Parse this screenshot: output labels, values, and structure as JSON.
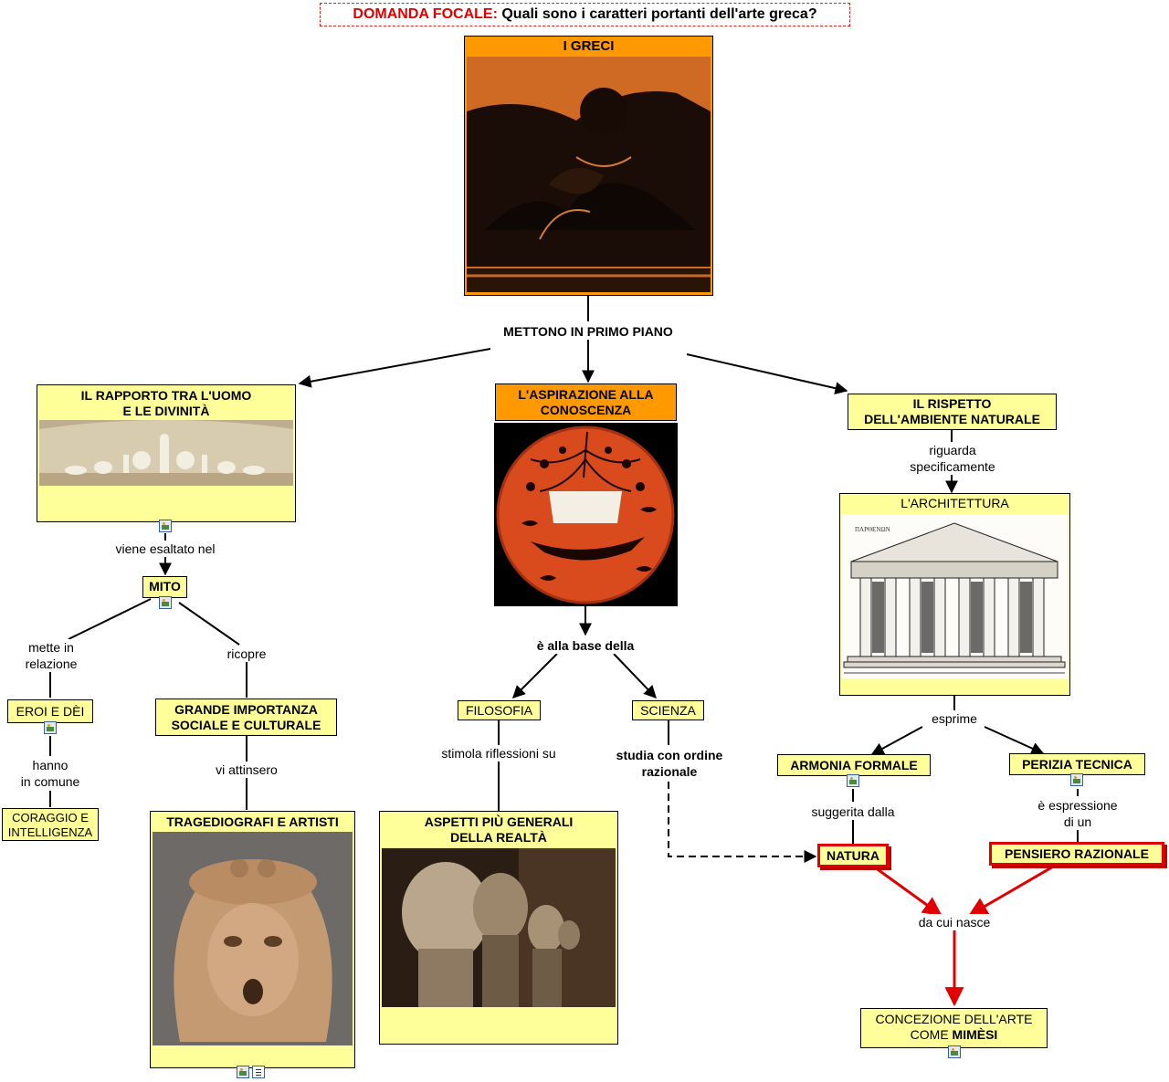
{
  "focal": {
    "label": "DOMANDA FOCALE:",
    "question": "Quali sono i caratteri portanti dell'arte greca?"
  },
  "nodes": {
    "greci": "I GRECI",
    "rapporto_l1": "IL RAPPORTO TRA L'UOMO",
    "rapporto_l2": "E LE DIVINITÀ",
    "aspirazione_l1": "L'ASPIRAZIONE ALLA",
    "aspirazione_l2": "CONOSCENZA",
    "rispetto_l1": "IL RISPETTO",
    "rispetto_l2": "DELL'AMBIENTE NATURALE",
    "mito": "MITO",
    "eroi": "EROI E DÈI",
    "coraggio_l1": "CORAGGIO E",
    "coraggio_l2": "INTELLIGENZA",
    "grande_l1": "GRANDE IMPORTANZA",
    "grande_l2": "SOCIALE E CULTURALE",
    "tragediografi": "TRAGEDIOGRAFI E ARTISTI",
    "filosofia": "FILOSOFIA",
    "scienza": "SCIENZA",
    "aspetti_l1": "ASPETTI PIÙ GENERALI",
    "aspetti_l2": "DELLA REALTÀ",
    "architettura": "L'ARCHITETTURA",
    "armonia": "ARMONIA FORMALE",
    "perizia": "PERIZIA TECNICA",
    "natura": "NATURA",
    "pensiero": "PENSIERO RAZIONALE",
    "concezione_l1": "CONCEZIONE DELL'ARTE",
    "concezione_l2a": "COME ",
    "concezione_l2b": "MIMÈSI"
  },
  "links": {
    "mettono": "METTONO IN PRIMO PIANO",
    "esaltato": "viene esaltato nel",
    "relazione_l1": "mette in",
    "relazione_l2": "relazione",
    "ricopre": "ricopre",
    "hanno_l1": "hanno",
    "hanno_l2": "in comune",
    "attinsero": "vi attinsero",
    "base": "è alla base della",
    "stimola": "stimola riflessioni su",
    "studia_l1": "studia con ordine",
    "studia_l2": "razionale",
    "riguarda_l1": "riguarda",
    "riguarda_l2": "specificamente",
    "esprime": "esprime",
    "suggerita": "suggerita dalla",
    "espressione_l1": "è espressione",
    "espressione_l2": "di un",
    "nasce": "da cui nasce"
  },
  "images": {
    "parthenon_caption": "ΠΑΡΘΕΝΩΝ"
  },
  "colors": {
    "node_fill": "#ffff99",
    "orange_fill": "#ff9900",
    "focal_red": "#e00000",
    "highlight_red": "#e00000"
  }
}
